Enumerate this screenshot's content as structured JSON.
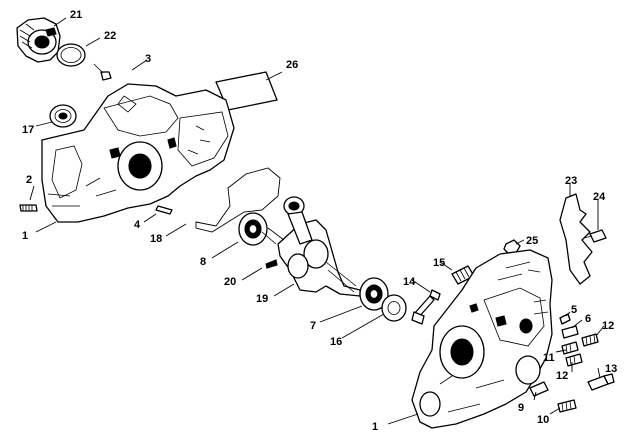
{
  "labels": {
    "l1a": "1",
    "l1b": "1",
    "l2": "2",
    "l3": "3",
    "l4": "4",
    "l5": "5",
    "l6": "6",
    "l7": "7",
    "l8": "8",
    "l9": "9",
    "l10": "10",
    "l11": "11",
    "l12a": "12",
    "l12b": "12",
    "l13": "13",
    "l14": "14",
    "l15": "15",
    "l16": "16",
    "l17": "17",
    "l18": "18",
    "l19": "19",
    "l20": "20",
    "l21": "21",
    "l22": "22",
    "l23": "23",
    "l24": "24",
    "l25": "25",
    "l26": "26"
  }
}
